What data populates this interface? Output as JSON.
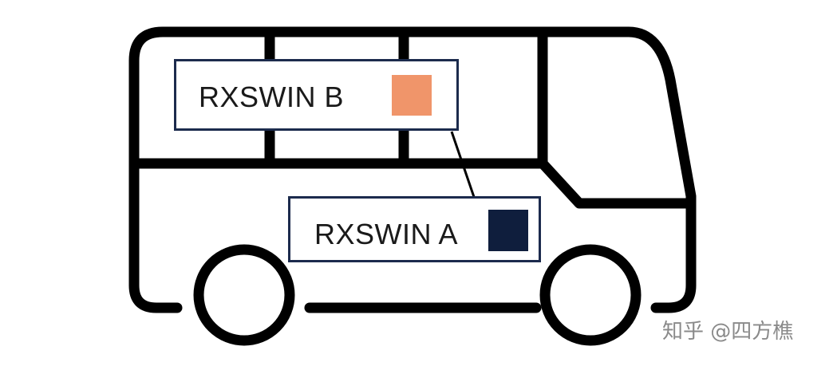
{
  "colors": {
    "outline": "#000000",
    "box_border": "#1c2b4d",
    "rxswin_b_swatch": "#f0956a",
    "rxswin_a_swatch": "#0f1e3d",
    "watermark": "#8a8a8a"
  },
  "labels": {
    "rxswin_b": "RXSWIN B",
    "rxswin_a": "RXSWIN A"
  },
  "watermark": "知乎 @四方樵"
}
